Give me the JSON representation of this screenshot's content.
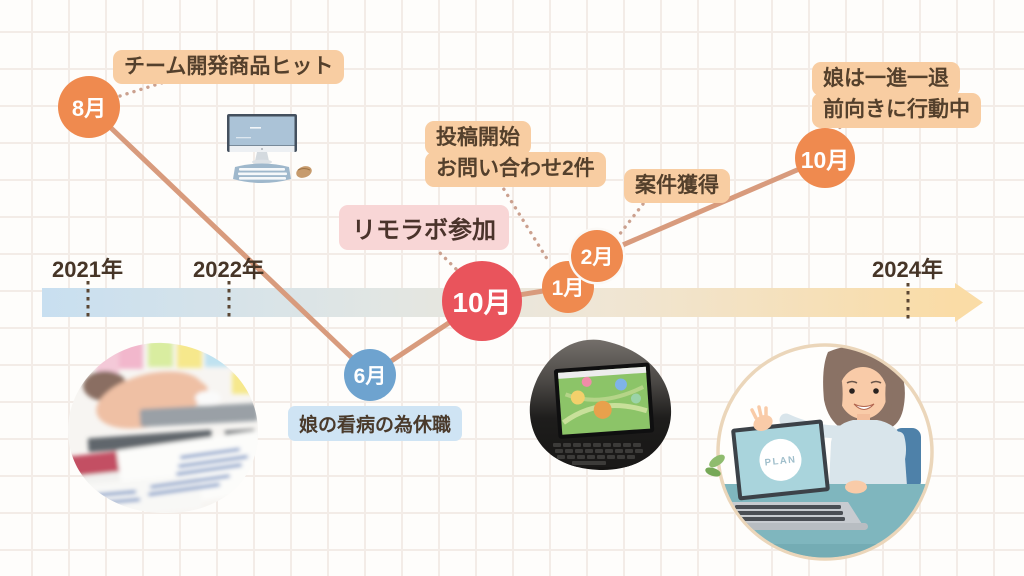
{
  "years": {
    "y2021": "2021年",
    "y2022": "2022年",
    "y2024": "2024年"
  },
  "milestones": {
    "aug2021": "8月",
    "jun2022": "6月",
    "oct2022": "10月",
    "jan2023": "1月",
    "feb2023": "2月",
    "oct2023": "10月"
  },
  "badges": {
    "team_hit": "チーム開発商品ヒット",
    "remolab": "リモラボ参加",
    "post_line1": "投稿開始",
    "post_line2": "お問い合わせ2件",
    "case_won": "案件獲得",
    "daughter_line1": "娘は一進一退",
    "daughter_line2": "前向きに行動中",
    "leave": "娘の看病の為休職"
  },
  "illustration": {
    "plan": "PLAN"
  },
  "colors": {
    "milestone_orange": "#EF8A4F",
    "milestone_red": "#E9545C",
    "milestone_blue": "#6EA3CF",
    "badge_peach": "#F8CDA2",
    "badge_pink": "#F8D6D6",
    "badge_blue": "#CFE4F4",
    "journey_line": "#D89B7D",
    "text_brown": "#4F3A28",
    "band_left": "#C8DFF0",
    "band_right": "#FADCA6"
  }
}
